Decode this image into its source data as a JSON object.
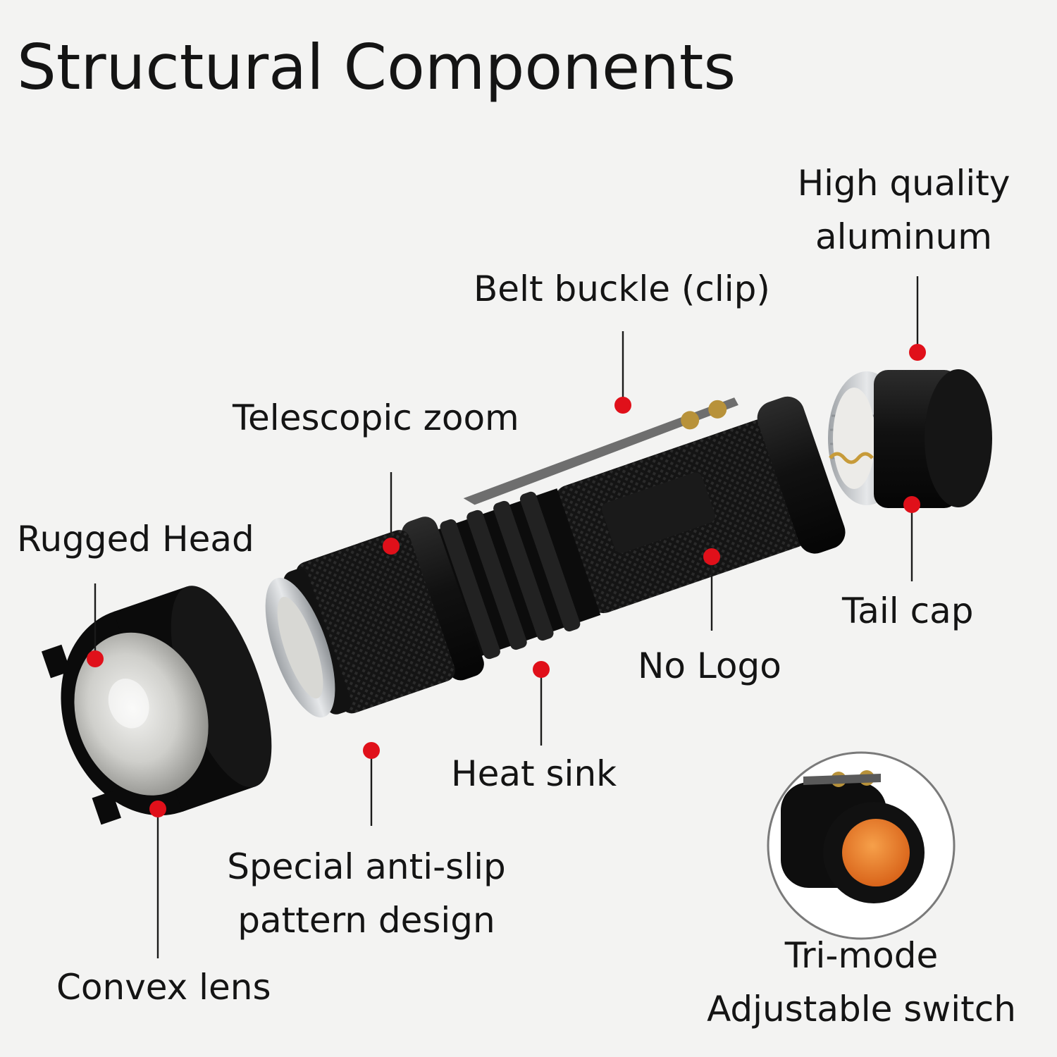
{
  "title": "Structural Components",
  "labels": {
    "high_quality_aluminum": [
      "High quality",
      "aluminum"
    ],
    "belt_buckle": "Belt buckle (clip)",
    "telescopic_zoom": "Telescopic zoom",
    "rugged_head": "Rugged Head",
    "tail_cap": "Tail cap",
    "no_logo": "No Logo",
    "heat_sink": "Heat sink",
    "anti_slip": [
      "Special anti-slip",
      "pattern design"
    ],
    "convex_lens": "Convex lens",
    "switch": [
      "Tri-mode",
      "Adjustable switch"
    ]
  },
  "colors": {
    "marker": "#e0101a",
    "body": "#0d0d0d",
    "switch_button": "#f07a1f",
    "brass": "#b8923a",
    "aluminum": "#c9ccd0",
    "background": "#f3f3f2"
  }
}
